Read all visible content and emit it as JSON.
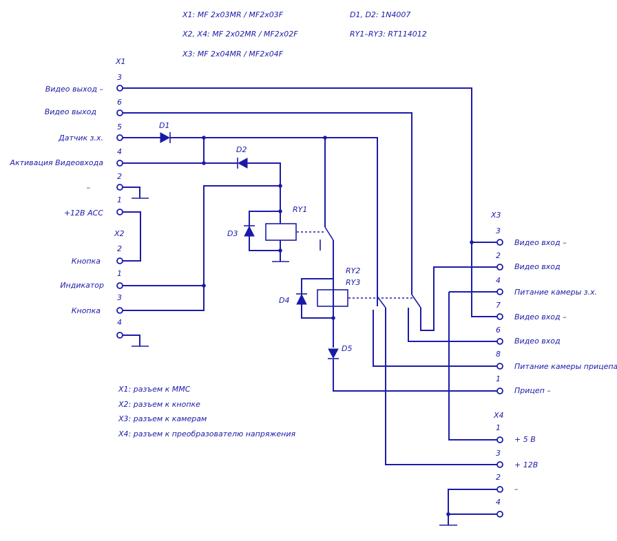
{
  "header": {
    "notes": [
      "X1:   MF 2x03MR / MF2x03F",
      "X2, X4:   MF 2x02MR / MF2x02F",
      "X3:   MF 2x04MR / MF2x04F",
      "D1, D2:   1N4007",
      "RY1–RY3:   RT114012"
    ]
  },
  "connectors": {
    "x1": {
      "name": "X1",
      "pins": [
        {
          "num": "3",
          "label": "Видео выход –"
        },
        {
          "num": "6",
          "label": "Видео выход"
        },
        {
          "num": "5",
          "label": "Датчик з.х."
        },
        {
          "num": "4",
          "label": "Активация Видеовхода"
        },
        {
          "num": "2",
          "label": "–"
        },
        {
          "num": "1",
          "label": "+12В АСС"
        }
      ]
    },
    "x2": {
      "name": "X2",
      "pins": [
        {
          "num": "2",
          "label": "Кнопка"
        },
        {
          "num": "1",
          "label": "Индикатор"
        },
        {
          "num": "3",
          "label": "Кнопка"
        },
        {
          "num": "4",
          "label": ""
        }
      ]
    },
    "x3": {
      "name": "X3",
      "pins": [
        {
          "num": "3",
          "label": "Видео вход –"
        },
        {
          "num": "2",
          "label": "Видео вход"
        },
        {
          "num": "4",
          "label": "Питание камеры з.х."
        },
        {
          "num": "7",
          "label": "Видео вход –"
        },
        {
          "num": "6",
          "label": "Видео вход"
        },
        {
          "num": "8",
          "label": "Питание камеры прицепа"
        },
        {
          "num": "1",
          "label": "Прицеп –"
        }
      ]
    },
    "x4": {
      "name": "X4",
      "pins": [
        {
          "num": "1",
          "label": "+ 5 В"
        },
        {
          "num": "3",
          "label": "+ 12В"
        },
        {
          "num": "2",
          "label": "–"
        },
        {
          "num": "4",
          "label": ""
        }
      ]
    }
  },
  "components": {
    "d1": "D1",
    "d2": "D2",
    "d3": "D3",
    "d4": "D4",
    "d5": "D5",
    "ry1": "RY1",
    "ry2": "RY2",
    "ry3": "RY3"
  },
  "legend": [
    "X1: разъем к ММС",
    "X2: разъем к кнопке",
    "X3: разъем к камерам",
    "X4: разъем к преобразователю напряжения"
  ],
  "colors": {
    "ink": "#1a1aa8",
    "background": "#ffffff"
  }
}
